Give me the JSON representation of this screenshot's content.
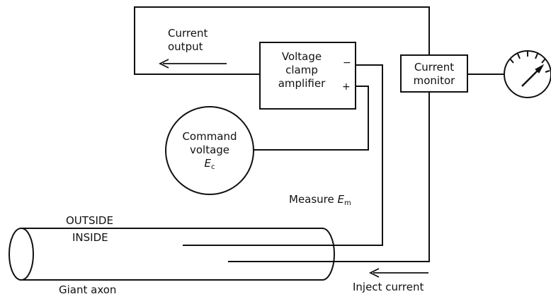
{
  "labels": {
    "current_output": [
      "Current",
      "output"
    ],
    "amplifier": [
      "Voltage",
      "clamp",
      "amplifier"
    ],
    "minus": "−",
    "plus": "+",
    "monitor": [
      "Current",
      "monitor"
    ],
    "command": [
      "Command",
      "voltage"
    ],
    "ec_symbol": "E",
    "ec_sub": "c",
    "measure_text": "Measure",
    "em_symbol": "E",
    "em_sub": "m",
    "outside": "OUTSIDE",
    "inside": "INSIDE",
    "axon": "Giant axon",
    "inject": "Inject current"
  },
  "colors": {
    "line": "#111111",
    "background": "#ffffff"
  }
}
